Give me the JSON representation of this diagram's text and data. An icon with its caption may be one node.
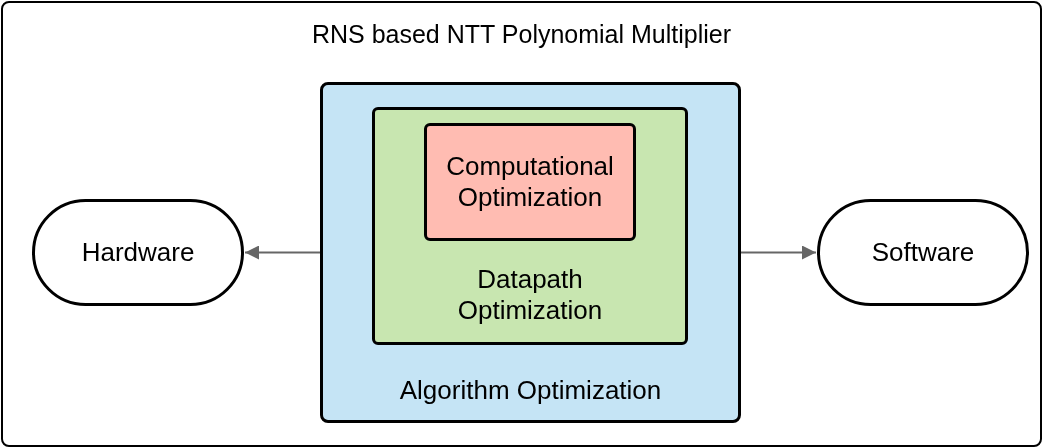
{
  "diagram": {
    "nodes": [
      {
        "text": [
          "RNS based NTT Polynomial Multiplier"
        ]
      },
      {
        "text": [
          "Algorithm Optimization"
        ],
        "in": 0
      },
      {
        "text": [
          "Datapath Optimization"
        ],
        "in": 1
      },
      {
        "text": [
          "Computational Optimization"
        ],
        "in": 2
      },
      {
        "text": [
          "Hardware"
        ],
        "in": 0
      },
      {
        "text": [
          "Software"
        ],
        "in": 0
      }
    ],
    "edges": [
      {
        "from": 1,
        "to": 4,
        "arrow": "to"
      },
      {
        "from": 1,
        "to": 5,
        "arrow": "to"
      }
    ]
  }
}
